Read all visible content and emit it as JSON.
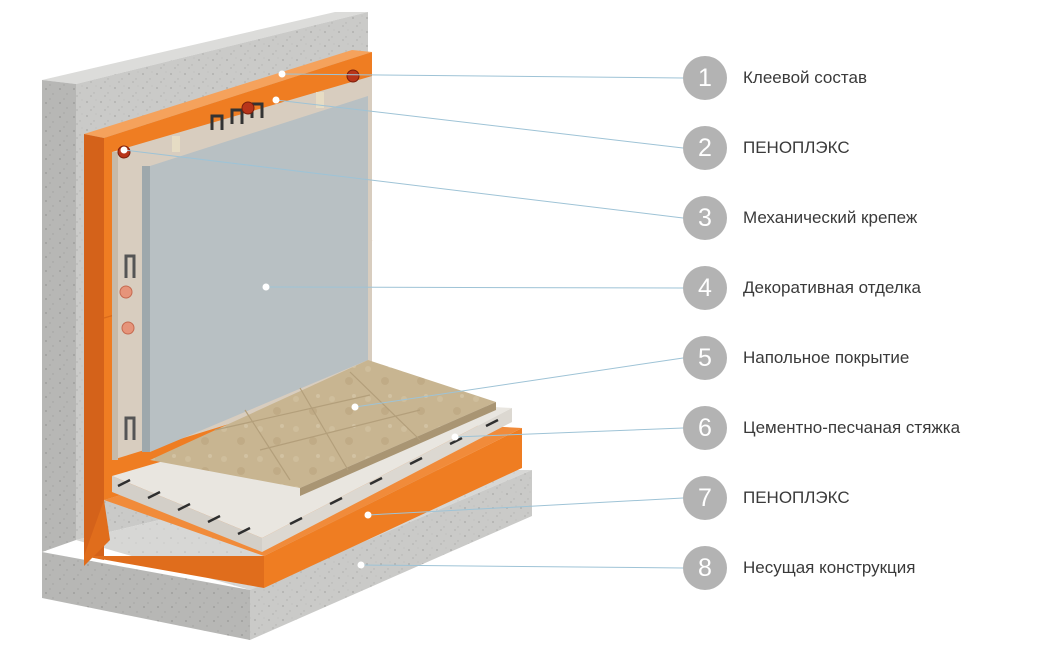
{
  "legend": {
    "items": [
      {
        "number": "1",
        "label": "Клеевой состав"
      },
      {
        "number": "2",
        "label": "ПЕНОПЛЭКС"
      },
      {
        "number": "3",
        "label": "Механический крепеж"
      },
      {
        "number": "4",
        "label": "Декоративная отделка"
      },
      {
        "number": "5",
        "label": "Напольное покрытие"
      },
      {
        "number": "6",
        "label": "Цементно-песчаная стяжка"
      },
      {
        "number": "7",
        "label": "ПЕНОПЛЭКС"
      },
      {
        "number": "8",
        "label": "Несущая конструкция"
      }
    ]
  },
  "colors": {
    "concrete": "#c9c9c7",
    "insulation": "#ef7d22",
    "adhesive": "#d8cdbf",
    "decorative_panel": "#b8c0c3",
    "floor_covering": "#c9b694",
    "screed": "#e9e6e0",
    "badge": "#b3b3b3",
    "leader_line": "#9ec3d6"
  }
}
